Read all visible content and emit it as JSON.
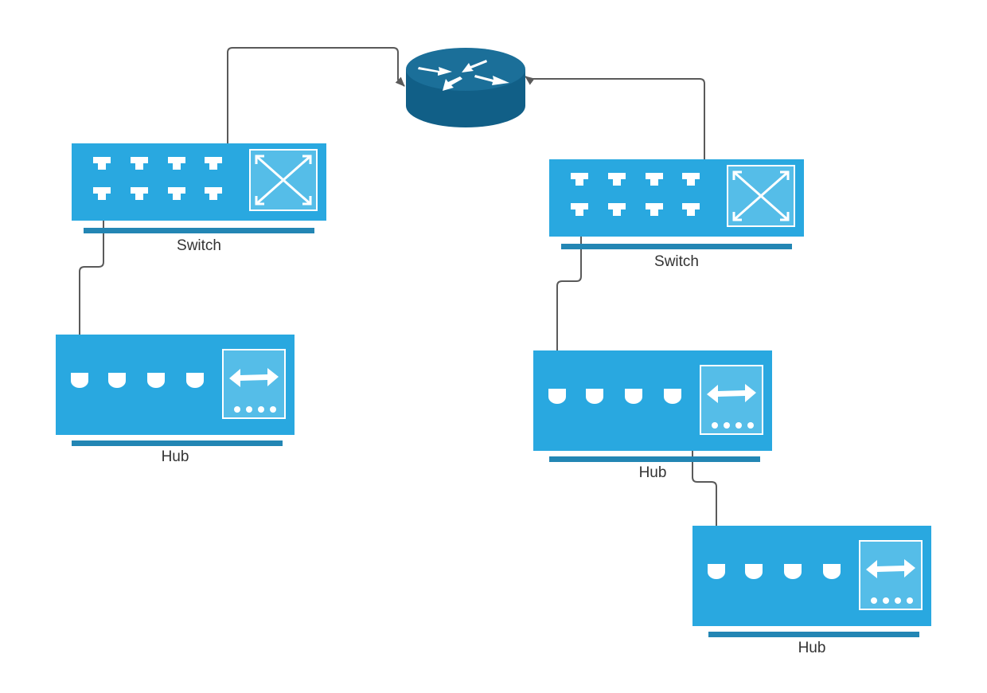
{
  "colors": {
    "device_body": "#29a8e0",
    "device_stand": "#2386b4",
    "router_top": "#1b6f99",
    "router_side": "#115f87",
    "port": "#ffffff",
    "panel_fill": "#55bde8",
    "connector": "#5a5a5a",
    "label": "#333333"
  },
  "devices": [
    {
      "id": "router",
      "type": "router",
      "label": ""
    },
    {
      "id": "switch-left",
      "type": "switch",
      "label": "Switch"
    },
    {
      "id": "switch-right",
      "type": "switch",
      "label": "Switch"
    },
    {
      "id": "hub-left",
      "type": "hub",
      "label": "Hub"
    },
    {
      "id": "hub-right",
      "type": "hub",
      "label": "Hub"
    },
    {
      "id": "hub-bottom",
      "type": "hub",
      "label": "Hub"
    }
  ],
  "connections": [
    {
      "from": "switch-left",
      "to": "router",
      "icon": "arrow-head-icon"
    },
    {
      "from": "switch-right",
      "to": "router",
      "icon": "arrow-head-icon"
    },
    {
      "from": "hub-left",
      "to": "switch-left",
      "icon": "arrow-head-icon"
    },
    {
      "from": "hub-right",
      "to": "switch-right",
      "icon": "arrow-head-icon"
    },
    {
      "from": "hub-bottom",
      "to": "hub-right",
      "icon": "arrow-head-icon"
    }
  ]
}
